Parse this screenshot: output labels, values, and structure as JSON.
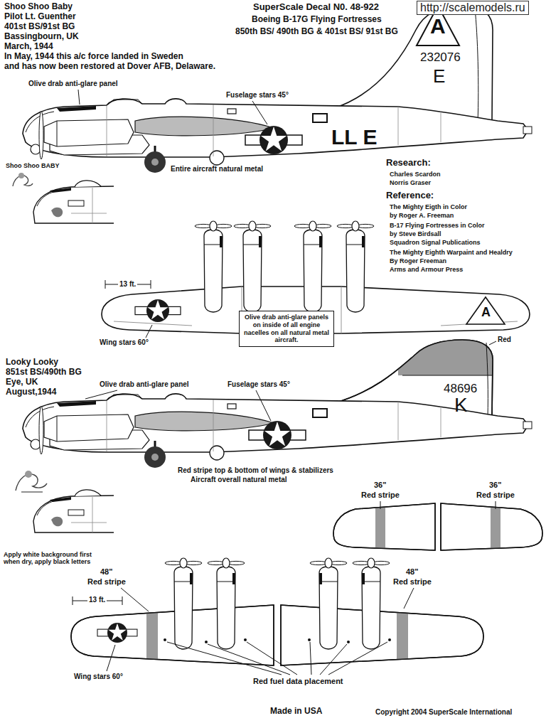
{
  "diagram": {
    "title": "SuperScale Decal N0. 48-922",
    "nodes": [
      {
        "text": [
          "Olive drab anti-glare panels on inside of all engine nacelles on all natural metal aircraft."
        ]
      }
    ],
    "labels": [
      "http://scalemodels.ru",
      "Shoo Shoo Baby",
      "Pilot Lt. Guenther",
      "401st BS/91st BG",
      "Bassingbourn, UK",
      "March, 1944",
      "In May, 1944 this a/c force landed in Sweden",
      "and has now been restored at Dover AFB, Delaware.",
      "Boeing B-17G Flying Fortresses",
      "850th BS/ 490th BG & 401st BS/ 91st BG",
      "Olive drab anti-glare panel",
      "Fuselage stars 45°",
      "A",
      "232076",
      "E",
      "LL E",
      "Shoo Shoo BABY",
      "Entire aircraft natural metal",
      "Research:",
      "Charles Scardon",
      "Norris Graser",
      "Reference:",
      "The Mighty Eigth in Color",
      "by Roger A. Freeman",
      "B-17 Flying Fortresses in Color",
      "by Steve Birdsall",
      "Squadron Signal Publications",
      "The Mighty Eighth  Warpaint and Healdry",
      "By Roger Freeman",
      "Arms and Armour Press",
      "13 ft.",
      "A",
      "Wing stars 60°",
      "Looky Looky",
      "851st BS/490th BG",
      "Eye, UK",
      "August,1944",
      "Olive drab anti-glare panel",
      "Fuselage stars 45°",
      "Red",
      "48696",
      "K",
      "Red stripe top & bottom of wings & stabilizers",
      "Aircraft overall natural metal",
      "Apply white background first when dry, apply black letters",
      "36\"",
      "Red stripe",
      "36\"",
      "Red stripe",
      "48\"",
      "Red stripe",
      "48\"",
      "Red stripe",
      "13 ft.",
      "Wing stars 60°",
      "Red fuel data placement",
      "Made in USA",
      "Copyright 2004 SuperScale International"
    ]
  }
}
